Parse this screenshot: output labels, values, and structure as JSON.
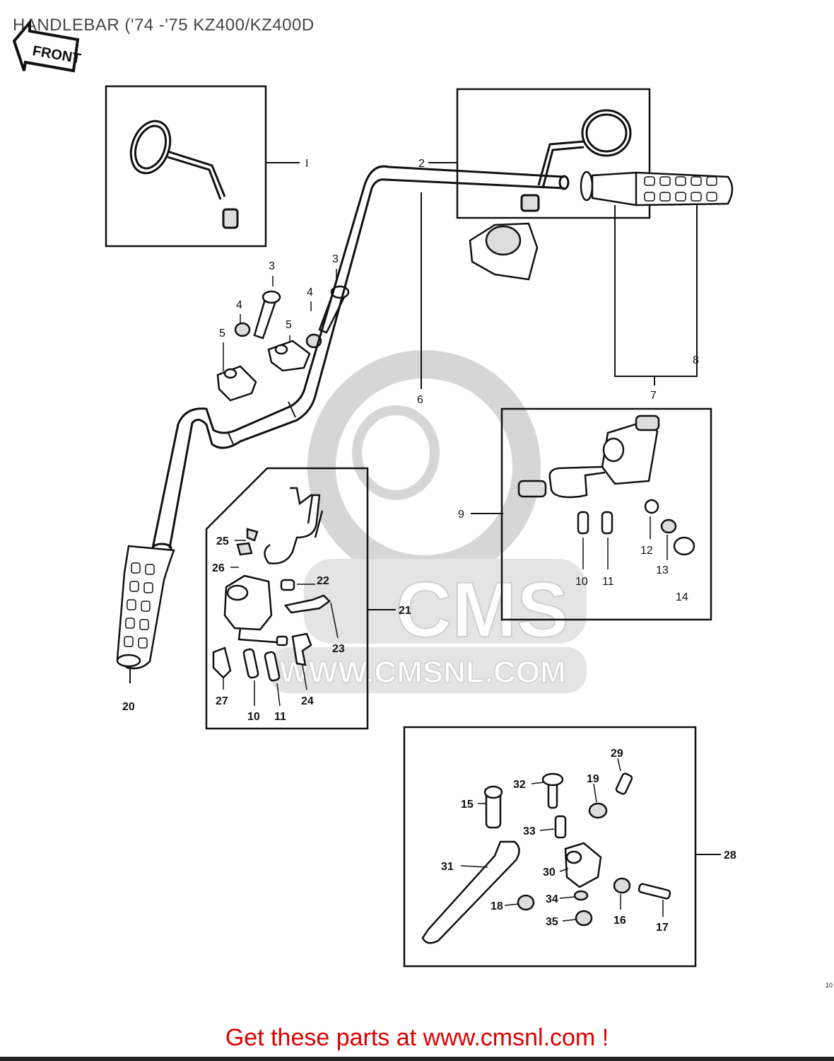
{
  "title": "HANDLEBAR ('74 -'75 KZ400/KZ400D",
  "front_label": "FRONT",
  "watermark_text": "CMS",
  "watermark_url": "WWW.CMSNL.COM",
  "side_marker": "10",
  "footer": "Get these parts at www.cmsnl.com !",
  "colors": {
    "ink": "#111111",
    "footer_red": "#e00000",
    "watermark_grey": "#d6d6d6"
  },
  "callouts": {
    "c1": "I",
    "c2": "2",
    "c3a": "3",
    "c3b": "3",
    "c4a": "4",
    "c4b": "4",
    "c5a": "5",
    "c5b": "5",
    "c6": "6",
    "c7": "7",
    "c8": "8",
    "c9": "9",
    "c10a": "10",
    "c11a": "11",
    "c12": "12",
    "c13": "13",
    "c14": "14",
    "c20": "20",
    "c21": "21",
    "c22": "22",
    "c23": "23",
    "c24": "24",
    "c25": "25",
    "c26": "26",
    "c27": "27",
    "c10b": "10",
    "c11b": "11",
    "c28": "28",
    "c29": "29",
    "c19": "19",
    "c32": "32",
    "c15": "15",
    "c33": "33",
    "c31": "31",
    "c30": "30",
    "c34": "34",
    "c18": "18",
    "c35": "35",
    "c16": "16",
    "c17": "17"
  }
}
